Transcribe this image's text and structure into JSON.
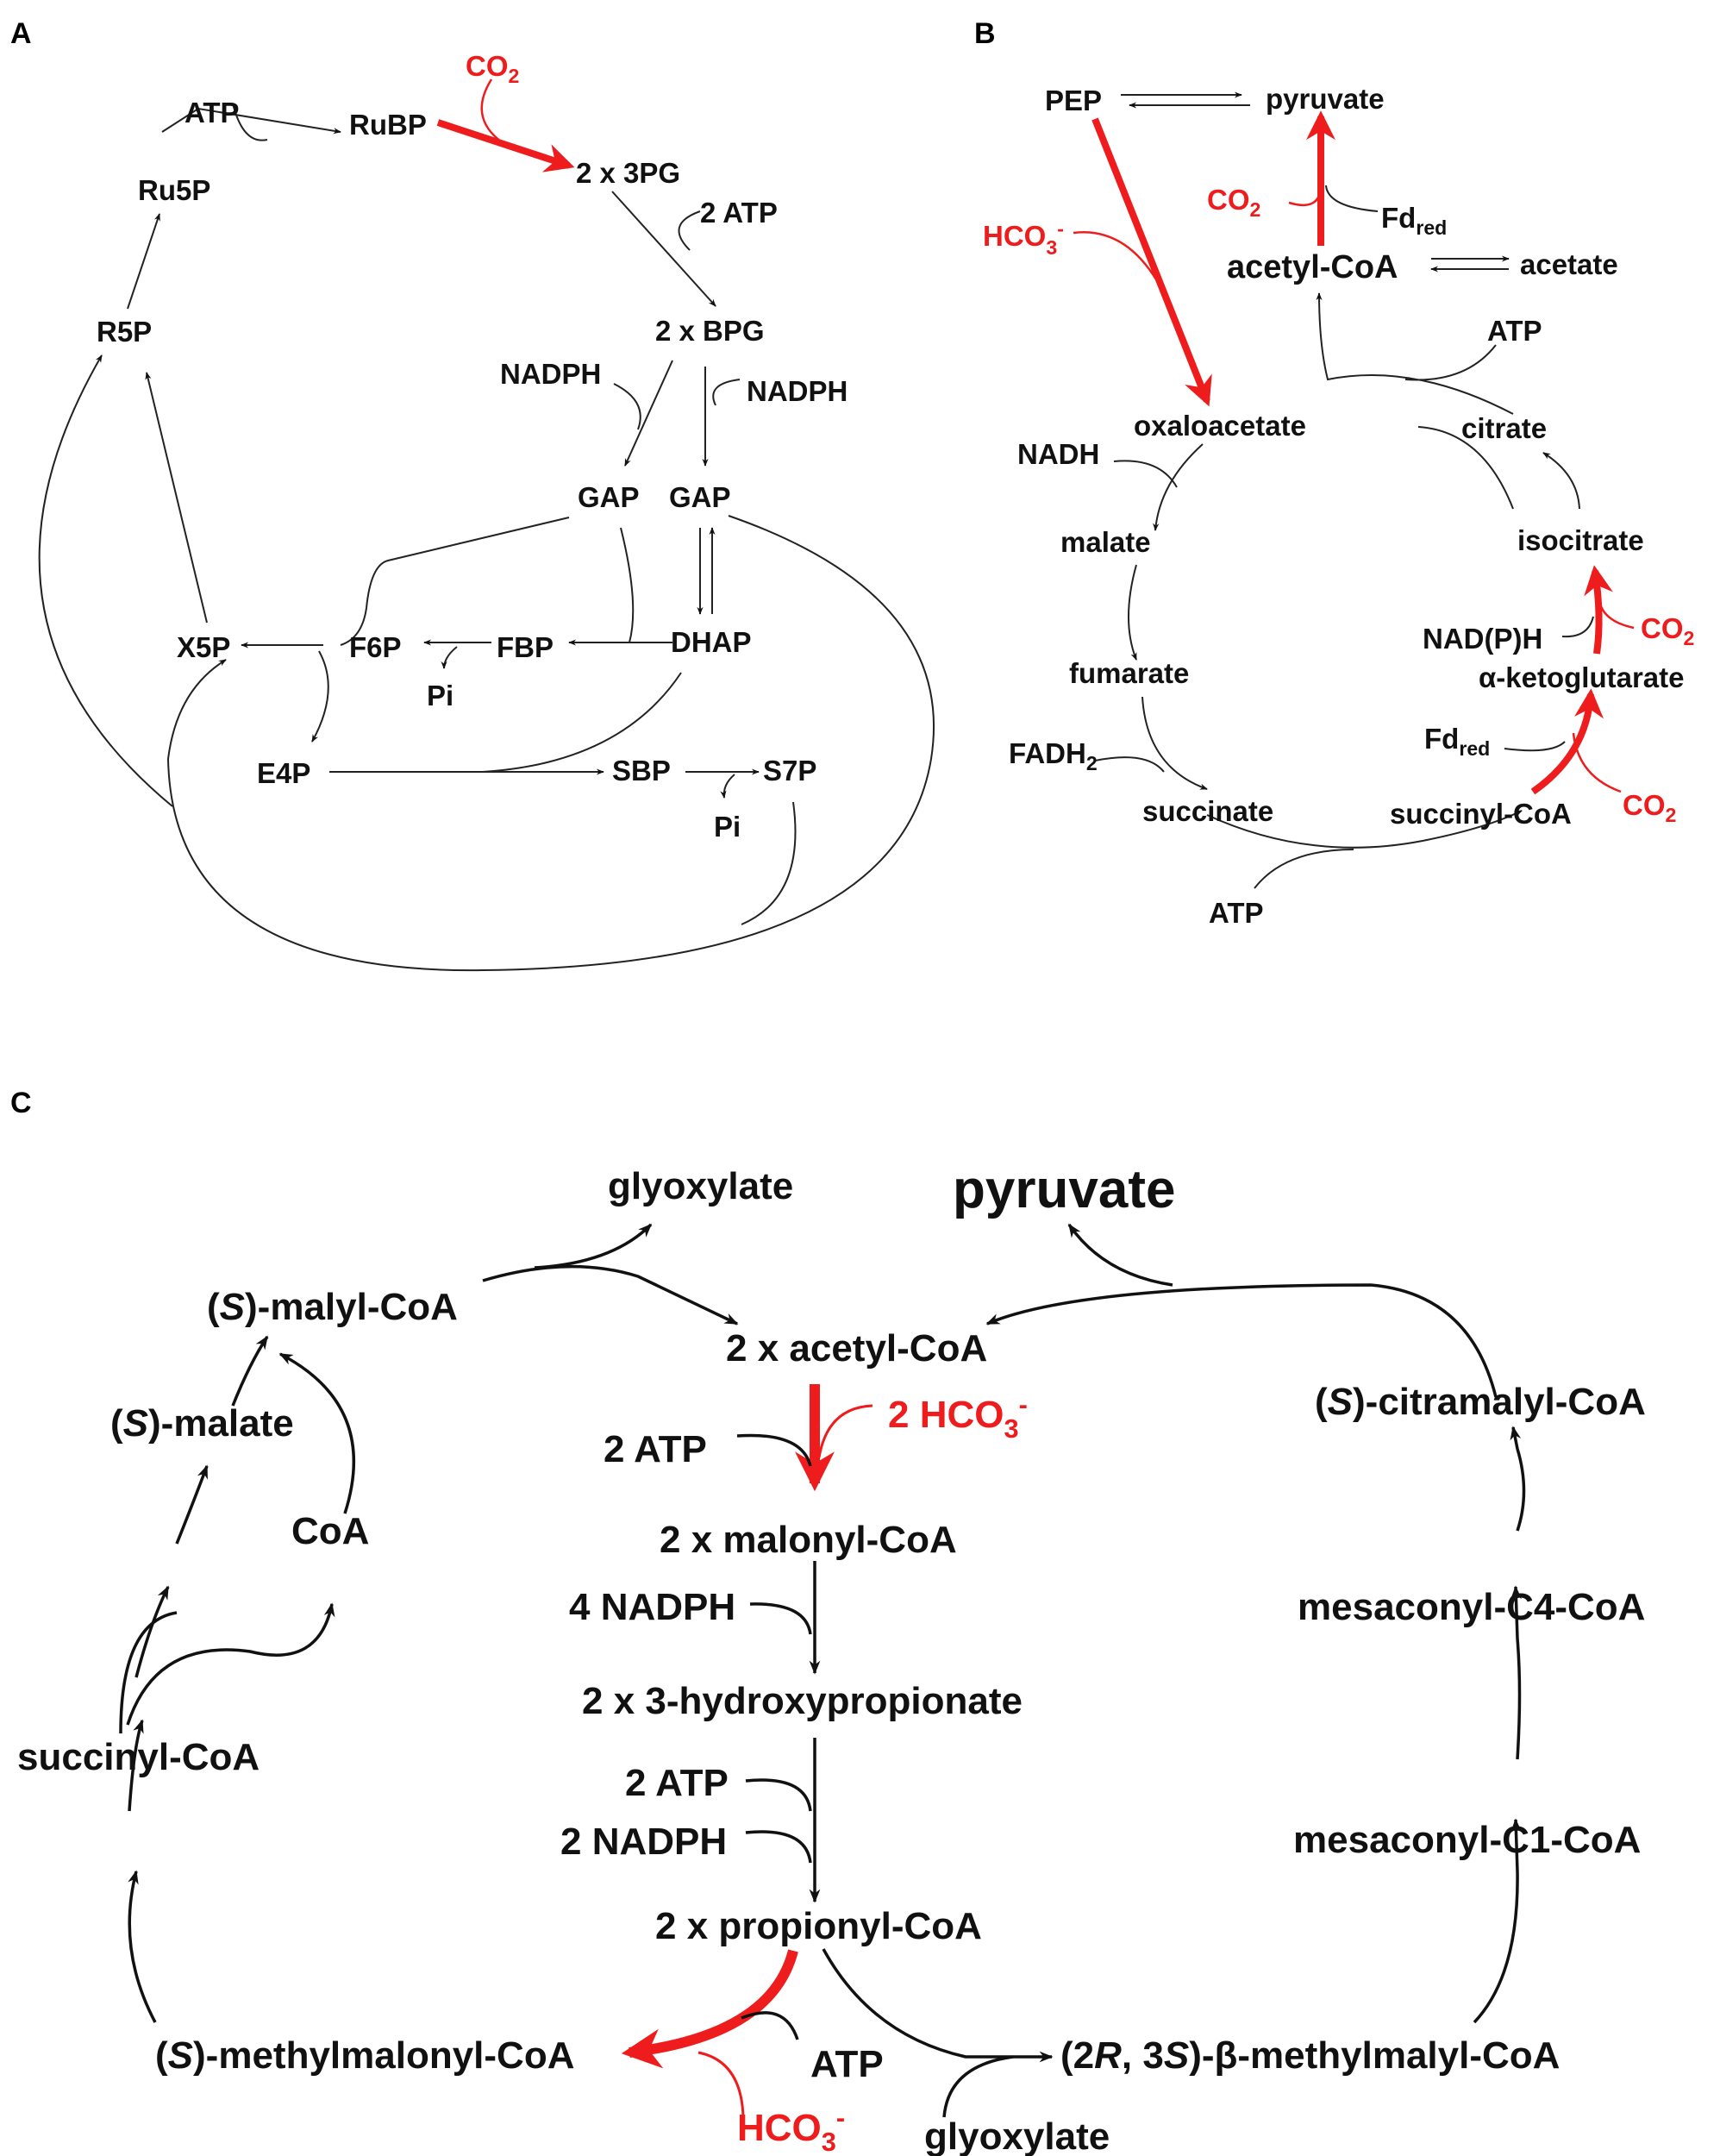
{
  "panels": {
    "a": {
      "letter": "A",
      "labels": {
        "co2": "CO",
        "co2_sub": "2",
        "atp": "ATP",
        "rubp": "RuBP",
        "pg3": "2 x 3PG",
        "atp2": "2 ATP",
        "ru5p": "Ru5P",
        "r5p": "R5P",
        "bpg": "2 x BPG",
        "nadph_left": "NADPH",
        "nadph_right": "NADPH",
        "gap1": "GAP",
        "gap2": "GAP",
        "x5p": "X5P",
        "f6p": "F6P",
        "fbp": "FBP",
        "dhap": "DHAP",
        "pi1": "Pi",
        "e4p": "E4P",
        "sbp": "SBP",
        "s7p": "S7P",
        "pi2": "Pi"
      }
    },
    "b": {
      "letter": "B",
      "labels": {
        "pep": "PEP",
        "pyruvate": "pyruvate",
        "co2": "CO",
        "co2_sub": "2",
        "fd": "Fd",
        "fd_sub": "red",
        "hco3": "HCO",
        "hco3_sub": "3",
        "hco3_sup": "-",
        "acetyl_coa": "acetyl-CoA",
        "acetate": "acetate",
        "atp": "ATP",
        "oxaloacetate": "oxaloacetate",
        "citrate": "citrate",
        "nadh": "NADH",
        "malate": "malate",
        "isocitrate": "isocitrate",
        "nadph": "NAD(P)H",
        "co2_b": "CO",
        "co2_b_sub": "2",
        "fumarate": "fumarate",
        "akg": "α-ketoglutarate",
        "fd2": "Fd",
        "fd2_sub": "red",
        "fadh2": "FADH",
        "fadh2_sub": "2",
        "succinate": "succinate",
        "succinyl_coa": "succinyl-CoA",
        "co2_c": "CO",
        "co2_c_sub": "2",
        "atp2": "ATP"
      }
    },
    "c": {
      "letter": "C",
      "labels": {
        "glyoxylate_top": "glyoxylate",
        "pyruvate": "pyruvate",
        "malyl_pre": "(",
        "malyl_s": "S",
        "malyl_post": ")-malyl-CoA",
        "acetyl_coa": "2 x acetyl-CoA",
        "citramalyl_pre": "(",
        "citramalyl_s": "S",
        "citramalyl_post": ")-citramalyl-CoA",
        "malate_pre": "(",
        "malate_s": "S",
        "malate_post": ")-malate",
        "hco3": "2 HCO",
        "hco3_sub": "3",
        "hco3_sup": "-",
        "atp1": "2 ATP",
        "coa": "CoA",
        "malonyl_coa": "2 x malonyl-CoA",
        "mesaconyl_c4": "mesaconyl-C4-CoA",
        "nadph4": "4 NADPH",
        "hydroxypropionate": "2 x 3-hydroxypropionate",
        "succinyl_coa": "succinyl-CoA",
        "atp2": "2 ATP",
        "nadph2": "2 NADPH",
        "mesaconyl_c1": "mesaconyl-C1-CoA",
        "propionyl_coa": "2 x propionyl-CoA",
        "methylmalonyl_pre": "(",
        "methylmalonyl_s": "S",
        "methylmalonyl_post": ")-methylmalonyl-CoA",
        "atp3": "ATP",
        "methylmalyl_pre": "(2",
        "methylmalyl_r": "R",
        "methylmalyl_mid": ", 3",
        "methylmalyl_s": "S",
        "methylmalyl_post": ")-β-methylmalyl-CoA",
        "hco3_b": "HCO",
        "hco3_b_sub": "3",
        "hco3_b_sup": "-",
        "glyoxylate_bottom": "glyoxylate"
      }
    }
  },
  "colors": {
    "carbon_fixation": "#ee1c1c",
    "default": "#111111"
  }
}
